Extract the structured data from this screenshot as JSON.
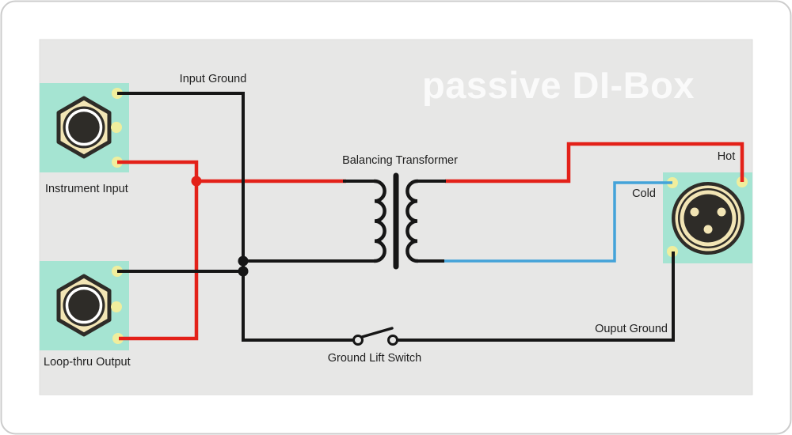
{
  "title": "passive DI-Box",
  "labels": {
    "input_ground": "Input Ground",
    "instrument_input": "Instrument Input",
    "loop_thru_output": "Loop-thru Output",
    "balancing_transformer": "Balancing Transformer",
    "hot": "Hot",
    "cold": "Cold",
    "output_ground": "Ouput Ground",
    "ground_lift_switch": "Ground Lift Switch"
  },
  "colors": {
    "hot": "#e32119",
    "cold": "#44a3d9",
    "ground": "#161616",
    "panel": "#e7e7e6",
    "connector_bg": "#a5e4d2",
    "brass": "#f2e5b5",
    "terminal": "#f0ee9d",
    "dark": "#2e2c28",
    "title": "#fafafa",
    "label": "#1e1e1e"
  },
  "components": [
    {
      "id": "instrument-input-jack",
      "type": "1/4-inch jack",
      "label_key": "instrument_input"
    },
    {
      "id": "loop-thru-output-jack",
      "type": "1/4-inch jack",
      "label_key": "loop_thru_output"
    },
    {
      "id": "balancing-transformer",
      "type": "transformer",
      "label_key": "balancing_transformer"
    },
    {
      "id": "xlr-output",
      "type": "XLR male connector",
      "label_key": "hot"
    },
    {
      "id": "ground-lift-switch",
      "type": "SPST switch, open",
      "label_key": "ground_lift_switch"
    }
  ],
  "wires": [
    {
      "name": "input-ground-wire",
      "signal": "ground",
      "color": "#161616",
      "from": "instrument-input sleeve",
      "to": "ground-lift-switch"
    },
    {
      "name": "loop-thru-ground-wire",
      "signal": "ground",
      "color": "#161616",
      "from": "loop-thru-output sleeve",
      "to": "ground bus"
    },
    {
      "name": "signal-hot-primary-wire",
      "signal": "hot",
      "color": "#e32119",
      "from": "instrument-input tip",
      "to": "transformer primary"
    },
    {
      "name": "loop-thru-signal-wire",
      "signal": "hot",
      "color": "#e32119",
      "from": "signal junction",
      "to": "loop-thru-output tip"
    },
    {
      "name": "hot-secondary-wire",
      "signal": "hot",
      "color": "#e32119",
      "from": "transformer secondary",
      "to": "xlr hot pin"
    },
    {
      "name": "cold-secondary-wire",
      "signal": "cold",
      "color": "#44a3d9",
      "from": "transformer secondary",
      "to": "xlr cold pin"
    },
    {
      "name": "output-ground-wire",
      "signal": "ground",
      "color": "#161616",
      "from": "ground-lift-switch",
      "to": "xlr ground pin"
    }
  ]
}
